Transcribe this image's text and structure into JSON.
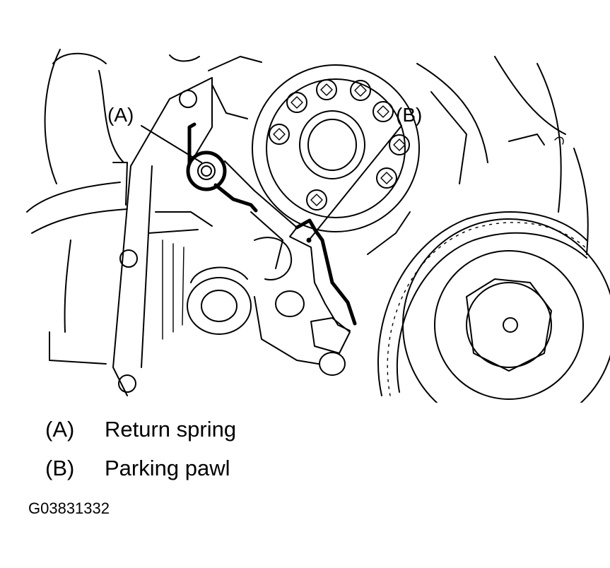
{
  "callouts": [
    {
      "key": "(A)",
      "label": "Return spring"
    },
    {
      "key": "(B)",
      "label": "Parking pawl"
    }
  ],
  "figure_id": "G03831332"
}
